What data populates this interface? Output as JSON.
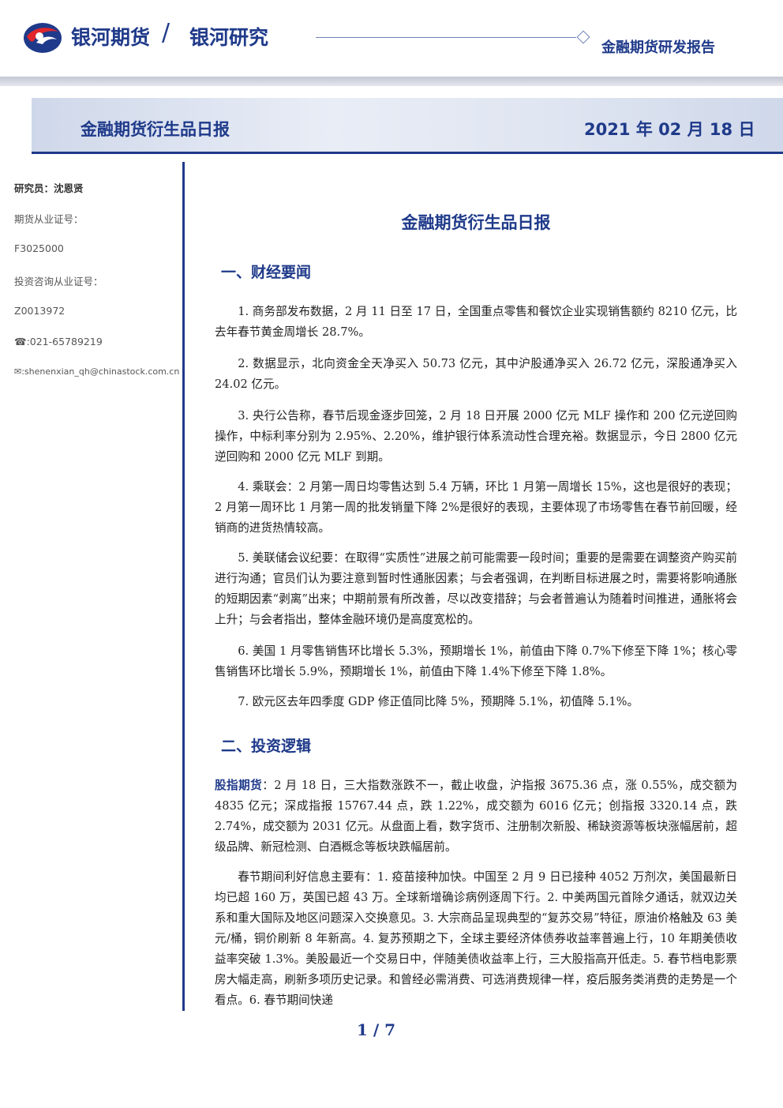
{
  "header": {
    "brand": "银河期货",
    "slash": "/",
    "brand_sub": "银河研究",
    "report_type": "金融期货研发报告"
  },
  "banner": {
    "title": "金融期货衍生品日报",
    "date": "2021 年 02 月 18 日"
  },
  "sidebar": {
    "analyst": "研究员：沈恩贤",
    "license_label": "期货从业证号：",
    "license_no": "F3025000",
    "consult_label": "投资咨询从业证号：",
    "consult_no": "Z0013972",
    "phone": "☎:021-65789219",
    "email": "✉:shenenxian_qh@chinastock.com.cn"
  },
  "main": {
    "title": "金融期货衍生品日报",
    "section1": "一、财经要闻",
    "news": [
      "1. 商务部发布数据，2 月 11 日至 17 日，全国重点零售和餐饮企业实现销售额约 8210 亿元，比去年春节黄金周增长 28.7%。",
      "2. 数据显示，北向资金全天净买入 50.73 亿元，其中沪股通净买入 26.72 亿元，深股通净买入 24.02 亿元。",
      "3. 央行公告称，春节后现金逐步回笼，2 月 18 日开展 2000 亿元 MLF 操作和 200 亿元逆回购操作，中标利率分别为 2.95%、2.20%，维护银行体系流动性合理充裕。数据显示，今日 2800 亿元逆回购和 2000 亿元 MLF 到期。",
      "4. 乘联会：2 月第一周日均零售达到 5.4 万辆，环比 1 月第一周增长 15%，这也是很好的表现；2 月第一周环比 1 月第一周的批发销量下降 2%是很好的表现，主要体现了市场零售在春节前回暖，经销商的进货热情较高。",
      "5. 美联储会议纪要：在取得“实质性”进展之前可能需要一段时间；重要的是需要在调整资产购买前进行沟通；官员们认为要注意到暂时性通胀因素；与会者强调，在判断目标进展之时，需要将影响通胀的短期因素“剥离”出来；中期前景有所改善，尽以改变措辞；与会者普遍认为随着时间推进，通胀将会上升；与会者指出，整体金融环境仍是高度宽松的。",
      "6. 美国 1 月零售销售环比增长 5.3%，预期增长 1%，前值由下降 0.7%下修至下降 1%；核心零售销售环比增长 5.9%，预期增长 1%，前值由下降 1.4%下修至下降 1.8%。",
      "7. 欧元区去年四季度 GDP 修正值同比降 5%，预期降 5.1%，初值降 5.1%。"
    ],
    "section2": "二、投资逻辑",
    "logic_lead": "股指期货",
    "logic_p1": "：2 月 18 日，三大指数涨跌不一，截止收盘，沪指报 3675.36 点，涨 0.55%，成交额为 4835 亿元；深成指报 15767.44 点，跌 1.22%，成交额为 6016 亿元；创指报 3320.14 点，跌 2.74%，成交额为 2031 亿元。从盘面上看，数字货币、注册制次新股、稀缺资源等板块涨幅居前，超级品牌、新冠检测、白酒概念等板块跌幅居前。",
    "logic_p2": "春节期间利好信息主要有：1. 疫苗接种加快。中国至 2 月 9 日已接种 4052 万剂次，美国最新日均已超 160 万，英国已超 43 万。全球新增确诊病例逐周下行。2. 中美两国元首除夕通话，就双边关系和重大国际及地区问题深入交换意见。3. 大宗商品呈现典型的“复苏交易”特征，原油价格触及 63 美元/桶，铜价刷新 8 年新高。4. 复苏预期之下，全球主要经济体债券收益率普遍上行，10 年期美债收益率突破 1.3%。美股最近一个交易日中，伴随美债收益率上行，三大股指高开低走。5. 春节档电影票房大幅走高，刷新多项历史记录。和曾经必需消费、可选消费规律一样，疫后服务类消费的走势是一个看点。6. 春节期间快递"
  },
  "footer": {
    "page": "1 / 7"
  }
}
